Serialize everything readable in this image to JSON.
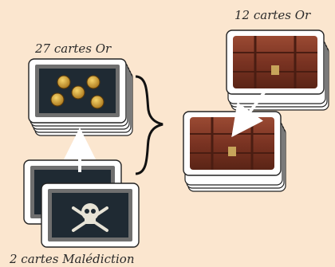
{
  "labels": {
    "gold_count": "27 cartes Or",
    "chest_count": "12 cartes Or",
    "curse_count": "2 cartes Malédiction"
  },
  "colors": {
    "background": "#fbe6cf",
    "card_frame": "#6f6f6f",
    "card_inner": "#1f2a33",
    "chest_wood": "#7a3322",
    "coin": "#d9a227"
  },
  "icons": {
    "gold": "gold-coins-icon",
    "chest": "treasure-chest-icon",
    "curse": "skull-crossbones-icon",
    "brace": "curly-brace-icon",
    "arrow": "arrow-icon"
  }
}
